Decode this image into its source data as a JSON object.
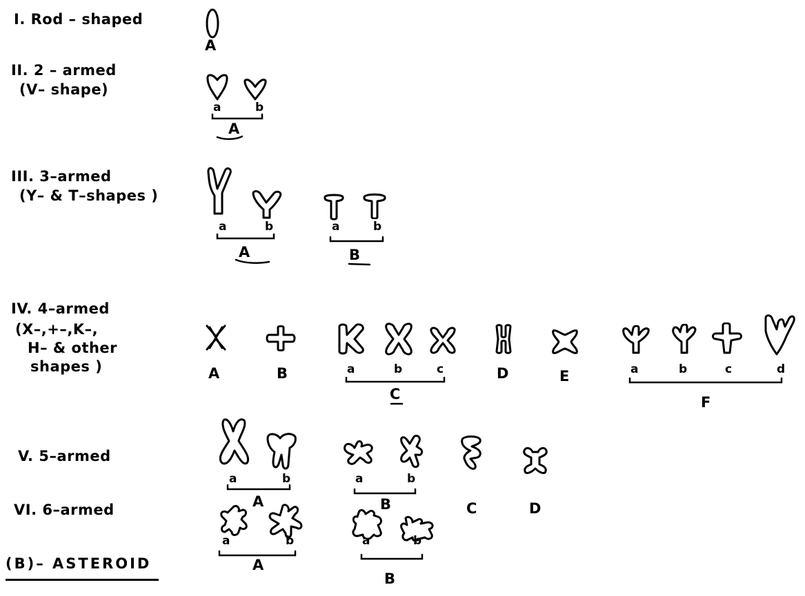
{
  "categories": {
    "rod": "I. Rod – shaped",
    "two_armed": "II. 2 – armed",
    "two_armed_sub": "(V– shape)",
    "three_armed": "III. 3–armed",
    "three_armed_sub": "(Y– & T–shapes )",
    "four_armed": "IV. 4–armed",
    "four_armed_sub1": "(X–,+–,K–,",
    "four_armed_sub2": "H– & other",
    "four_armed_sub3": "shapes )",
    "five_armed": "V. 5–armed",
    "six_armed": "VI. 6–armed",
    "asteroid": "(B)– ASTEROID"
  },
  "labels": {
    "upper_a": "A",
    "upper_b": "B",
    "upper_c": "C",
    "upper_d": "D",
    "upper_e": "E",
    "upper_f": "F",
    "lower_a": "a",
    "lower_b": "b",
    "lower_c": "c",
    "lower_d": "d"
  },
  "colors": {
    "ink": "#000000",
    "paper": "#ffffff"
  }
}
